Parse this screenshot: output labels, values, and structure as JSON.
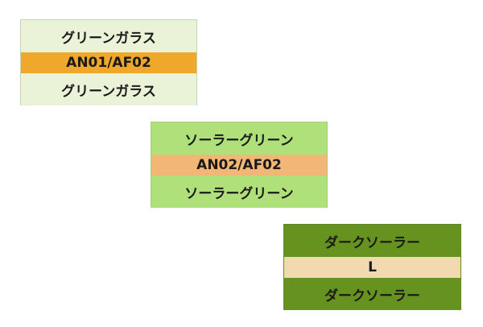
{
  "stacks": [
    {
      "top_glass": "グリーンガラス",
      "film": "AN01/AF02",
      "bottom_glass": "グリーンガラス",
      "glass_color": "#eaf2d8",
      "film_color": "#efa82c"
    },
    {
      "top_glass": "ソーラーグリーン",
      "film": "AN02/AF02",
      "bottom_glass": "ソーラーグリーン",
      "glass_color": "#b0e07a",
      "film_color": "#f2b676"
    },
    {
      "top_glass": "ダークソーラー",
      "film": "L",
      "bottom_glass": "ダークソーラー",
      "glass_color": "#66921f",
      "film_color": "#f3d9b0"
    }
  ]
}
